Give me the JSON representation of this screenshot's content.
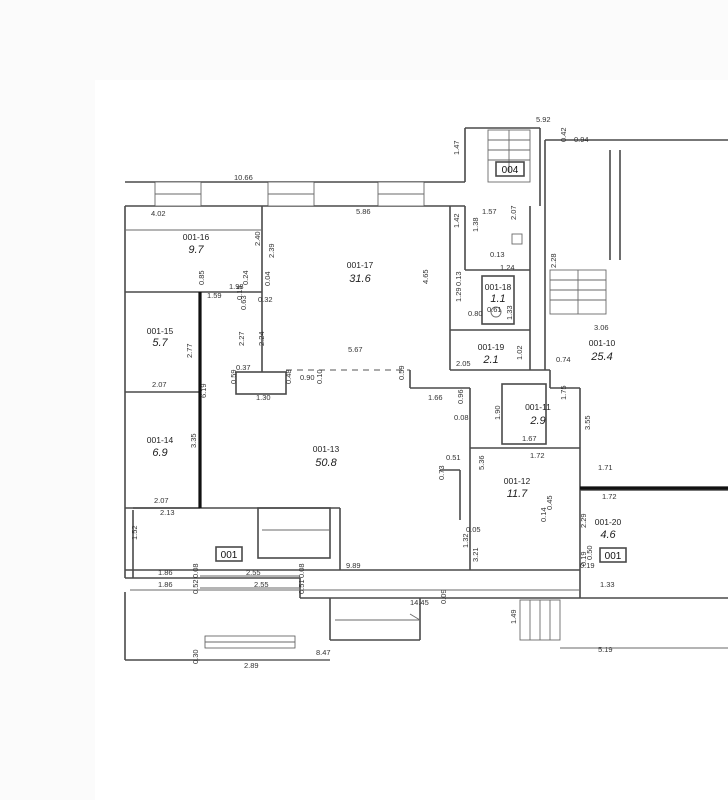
{
  "rooms": [
    {
      "id": "001-16",
      "area": "9.7"
    },
    {
      "id": "001-17",
      "area": "31.6"
    },
    {
      "id": "001-18",
      "area": "1.1"
    },
    {
      "id": "001-19",
      "area": "2.1"
    },
    {
      "id": "001-15",
      "area": "5.7"
    },
    {
      "id": "001-10",
      "area": "25.4"
    },
    {
      "id": "001-11",
      "area": "2.9"
    },
    {
      "id": "001-14",
      "area": "6.9"
    },
    {
      "id": "001-13",
      "area": "50.8"
    },
    {
      "id": "001-12",
      "area": "11.7"
    },
    {
      "id": "001-20",
      "area": "4.6"
    }
  ],
  "tags": [
    "004",
    "001",
    "001"
  ],
  "dims": [
    "10.66",
    "5.92",
    "1.47",
    "0.42",
    "0.94",
    "4.02",
    "5.86",
    "1.57",
    "1.42",
    "2.07",
    "1.38",
    "0.13",
    "2.40",
    "2.39",
    "1.24",
    "4.65",
    "1.98",
    "0.24",
    "0.15",
    "0.04",
    "0.32",
    "0.13",
    "1.59",
    "1.29",
    "0.61",
    "0.80",
    "0.63",
    "1.33",
    "0.85",
    "2.28",
    "5.67",
    "2.27",
    "2.24",
    "2.77",
    "0.37",
    "0.59",
    "0.48",
    "0.90",
    "0.10",
    "0.59",
    "2.05",
    "1.02",
    "1.30",
    "3.06",
    "0.74",
    "2.07",
    "6.19",
    "1.66",
    "0.96",
    "1.75",
    "0.08",
    "1.90",
    "3.55",
    "3.35",
    "1.67",
    "5.36",
    "1.72",
    "0.51",
    "1.71",
    "0.73",
    "2.07",
    "1.72",
    "2.13",
    "0.45",
    "2.29",
    "0.14",
    "0.19",
    "0.05",
    "1.52",
    "1.32",
    "3.21",
    "0.50",
    "0.19",
    "1.86",
    "0.08",
    "2.55",
    "0.08",
    "9.89",
    "1.86",
    "1.33",
    "0.52",
    "2.55",
    "0.51",
    "14.45",
    "0.09",
    "1.49",
    "0.30",
    "2.89",
    "8.47",
    "5.19"
  ]
}
